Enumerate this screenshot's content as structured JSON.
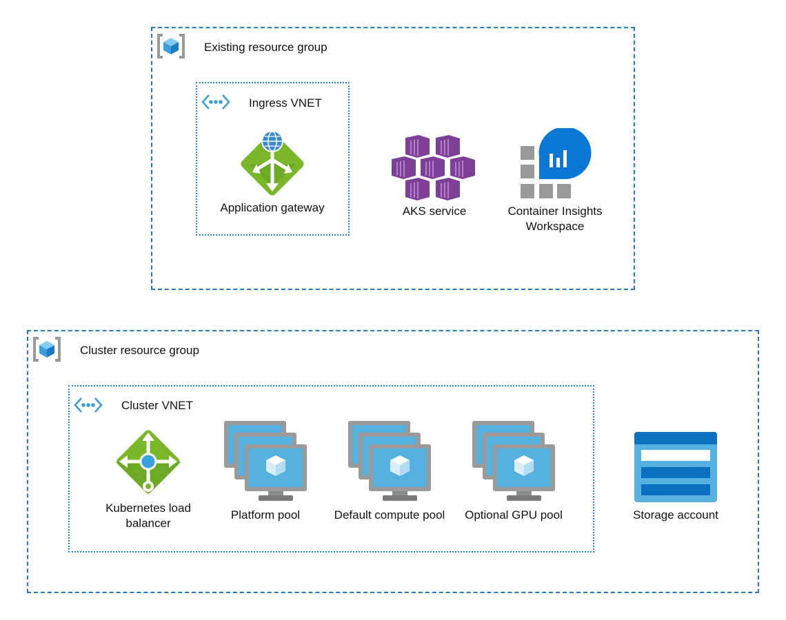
{
  "existing_group": {
    "title": "Existing resource group",
    "vnet_title": "Ingress VNET",
    "app_gateway_label": "Application gateway",
    "aks_label": "AKS service",
    "insights_label_line1": "Container Insights",
    "insights_label_line2": "Workspace"
  },
  "cluster_group": {
    "title": "Cluster resource group",
    "vnet_title": "Cluster VNET",
    "lb_label_line1": "Kubernetes load",
    "lb_label_line2": "balancer",
    "platform_pool_label": "Platform pool",
    "default_pool_label": "Default compute pool",
    "gpu_pool_label": "Optional GPU pool",
    "storage_label": "Storage account"
  },
  "colors": {
    "group_border": "#1e78c8",
    "vnet_border": "#1e88d8",
    "gateway_green": "#7ab829",
    "aks_purple": "#7e3f98",
    "insights_blue": "#0a78d4",
    "vm_blue": "#55b2e0",
    "storage_blue": "#0a70c0"
  },
  "icons": {
    "resource_group": "resource-group-icon",
    "vnet": "vnet-icon",
    "app_gateway": "application-gateway-icon",
    "aks": "aks-service-icon",
    "insights": "container-insights-icon",
    "load_balancer": "load-balancer-icon",
    "vm_stack": "vm-scale-set-icon",
    "storage": "storage-account-icon"
  }
}
